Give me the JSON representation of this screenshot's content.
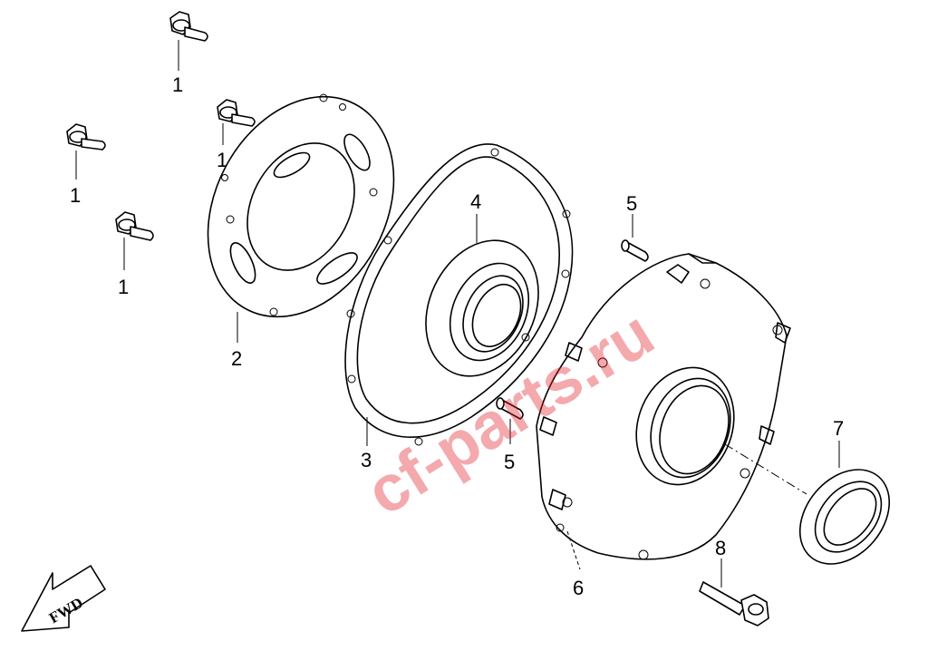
{
  "diagram": {
    "watermark": "cf-parts.ru",
    "direction_label": "FWD",
    "callouts": [
      {
        "id": "bolt-top",
        "label": "1"
      },
      {
        "id": "bolt-plate",
        "label": "1"
      },
      {
        "id": "bolt-left",
        "label": "1"
      },
      {
        "id": "bolt-lower",
        "label": "1"
      },
      {
        "id": "plate",
        "label": "2"
      },
      {
        "id": "gasket",
        "label": "3"
      },
      {
        "id": "bearing",
        "label": "4"
      },
      {
        "id": "dowel-upper",
        "label": "5"
      },
      {
        "id": "dowel-lower",
        "label": "5"
      },
      {
        "id": "cover",
        "label": "6"
      },
      {
        "id": "oil-seal",
        "label": "7"
      },
      {
        "id": "cover-bolt",
        "label": "8"
      }
    ],
    "colors": {
      "line": "#000000",
      "background": "#ffffff",
      "watermark": "#e11e28"
    }
  }
}
